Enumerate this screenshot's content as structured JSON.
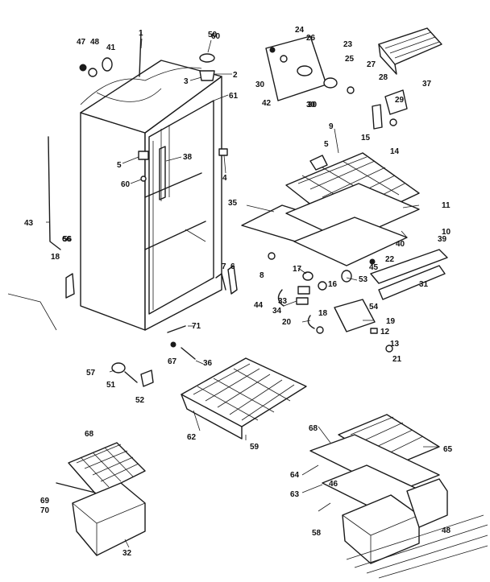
{
  "labels": {
    "l1": "1",
    "l2": "2",
    "l3": "3",
    "l4": "4",
    "l5a": "5",
    "l5b": "5",
    "l6": "6",
    "l7": "7",
    "l8": "8",
    "l9": "9",
    "l10": "10",
    "l11": "11",
    "l12": "12",
    "l13": "13",
    "l14": "14",
    "l15": "15",
    "l16": "16",
    "l17": "17",
    "l18": "18",
    "l19": "19",
    "l20": "20",
    "l21": "21",
    "l22": "22",
    "l23": "23",
    "l24": "24",
    "l25": "25",
    "l26": "26",
    "l27": "27",
    "l28": "28",
    "l29": "29",
    "l30a": "30",
    "l30b": "30",
    "l30c": "30",
    "l31": "31",
    "l32": "32",
    "l33": "33",
    "l34": "34",
    "l35": "35",
    "l36": "36",
    "l37": "37",
    "l38": "38",
    "l39": "39",
    "l40": "40",
    "l41": "41",
    "l42": "42",
    "l43": "43",
    "l44": "44",
    "l45": "45",
    "l46": "46",
    "l47": "47",
    "l48a": "48",
    "l48b": "48",
    "l51": "51",
    "l52": "52",
    "l53": "53",
    "l54": "54",
    "l56": "56",
    "l57": "57",
    "l58": "58",
    "l59": "59",
    "l60a": "60",
    "l60b": "60",
    "l61": "61",
    "l62": "62",
    "l63": "63",
    "l64": "64",
    "l65": "65",
    "l66": "66",
    "l67": "67",
    "l68a": "68",
    "l68b": "68",
    "l69": "69",
    "l70": "70",
    "l71": "71",
    "l18b": "18",
    "l50": "50"
  }
}
